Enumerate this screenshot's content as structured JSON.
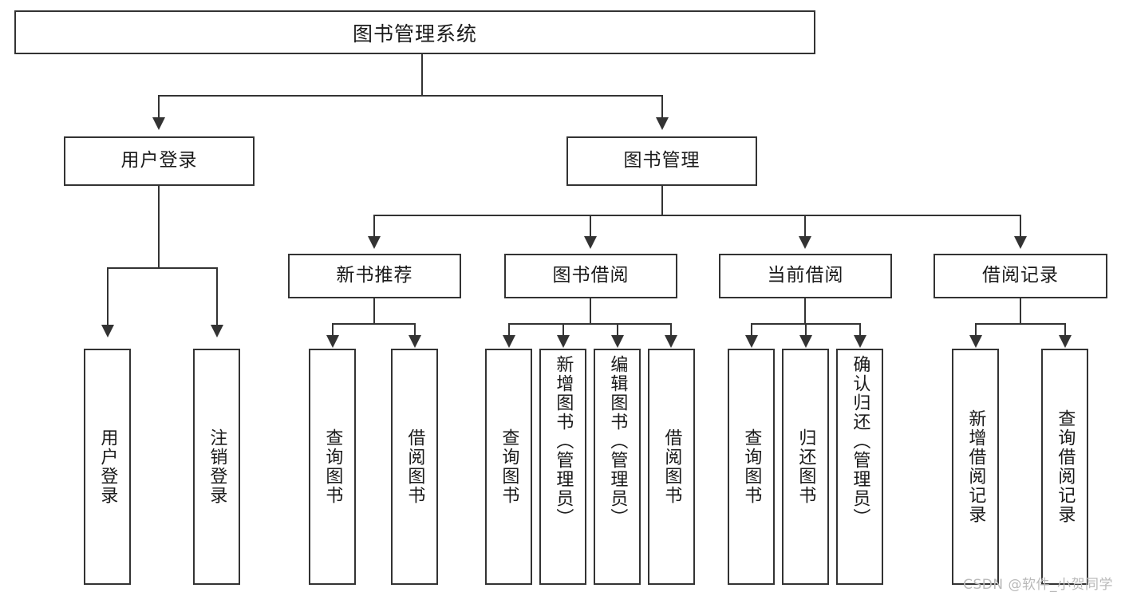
{
  "diagram": {
    "title": "图书管理系统",
    "watermark": "CSDN @软件_小贺同学",
    "level2": {
      "user_login": "用户登录",
      "book_manage": "图书管理"
    },
    "level3": {
      "new_book_rec": "新书推荐",
      "book_borrow": "图书借阅",
      "current_borrow": "当前借阅",
      "borrow_record": "借阅记录"
    },
    "leaves": {
      "user_login_1": "用户登录",
      "user_login_2": "注销登录",
      "new_book_1": "查询图书",
      "new_book_2": "借阅图书",
      "borrow_1": "查询图书",
      "borrow_2": "新增图书（管理员）",
      "borrow_3": "编辑图书（管理员）",
      "borrow_4": "借阅图书",
      "current_1": "查询图书",
      "current_2": "归还图书",
      "current_3": "确认归还（管理员）",
      "record_1": "新增借阅记录",
      "record_2": "查询借阅记录"
    }
  }
}
